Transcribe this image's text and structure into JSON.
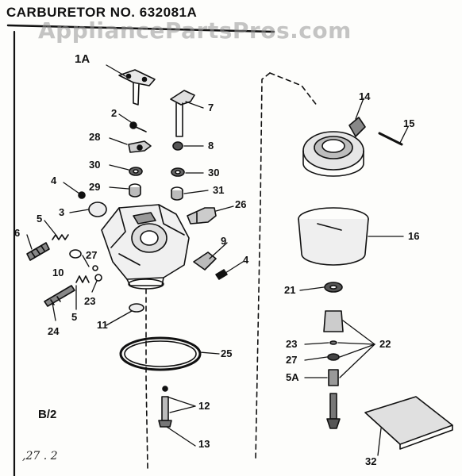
{
  "header": {
    "title": "CARBURETOR NO. 632081A",
    "watermark": "AppliancePartsPros.com"
  },
  "page_ref": "B/2",
  "handwritten_note": ",27 .  2",
  "callouts": {
    "c1A": "1A",
    "c2": "2",
    "c28": "28",
    "c30a": "30",
    "c29": "29",
    "c4a": "4",
    "c3": "3",
    "c5a": "5",
    "c6": "6",
    "c27a": "27",
    "c10": "10",
    "c23a": "23",
    "c5b": "5",
    "c24": "24",
    "c11": "11",
    "c7": "7",
    "c8": "8",
    "c30b": "30",
    "c31": "31",
    "c26": "26",
    "c9": "9",
    "c4b": "4",
    "c25": "25",
    "c12": "12",
    "c13": "13",
    "c14": "14",
    "c15": "15",
    "c16": "16",
    "c21": "21",
    "c22": "22",
    "c23b": "23",
    "c27b": "27",
    "c5A": "5A",
    "c32": "32"
  }
}
